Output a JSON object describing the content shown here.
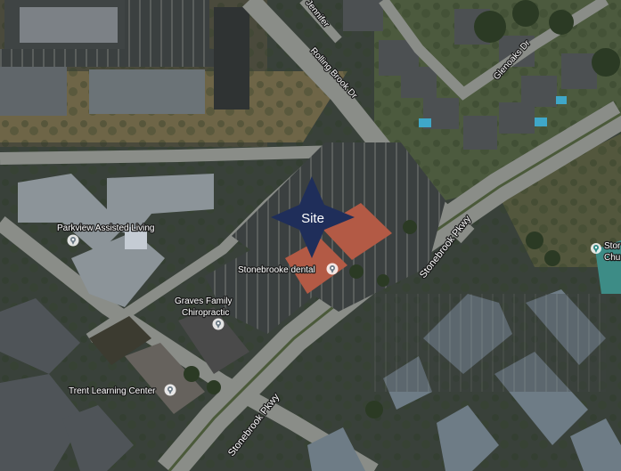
{
  "map": {
    "type": "satellite-aerial",
    "site_marker": {
      "label": "Site",
      "shape": "four-point-star",
      "color": "#1f2e5a"
    },
    "roads": {
      "rolling_brook": "Rolling Brook Dr",
      "jennifer": "Jennifer",
      "glenoaks": "Glenoaks Dr",
      "stonebrook_ne": "Stonebrook Pkwy",
      "stonebrook_sw": "Stonebrook Pkwy"
    },
    "pois": [
      {
        "name": "Parkview Assisted Living",
        "icon": "location-pin-icon"
      },
      {
        "name": "Stonebrooke dental",
        "icon": "location-pin-icon"
      },
      {
        "name": "Graves Family Chiropractic",
        "line1": "Graves Family",
        "line2": "Chiropractic",
        "icon": "location-pin-icon"
      },
      {
        "name": "Trent Learning Center",
        "icon": "location-pin-icon"
      },
      {
        "name": "Stonebrook Church (partial)",
        "line1": "Stor",
        "line2": "Chu",
        "icon": "location-pin-icon"
      }
    ],
    "colors": {
      "road": "#8a8d88",
      "roof_red": "#b35a45",
      "roof_gray": "#8c9499",
      "grass": "#5e5c3c",
      "pin": "#ffffff"
    }
  }
}
